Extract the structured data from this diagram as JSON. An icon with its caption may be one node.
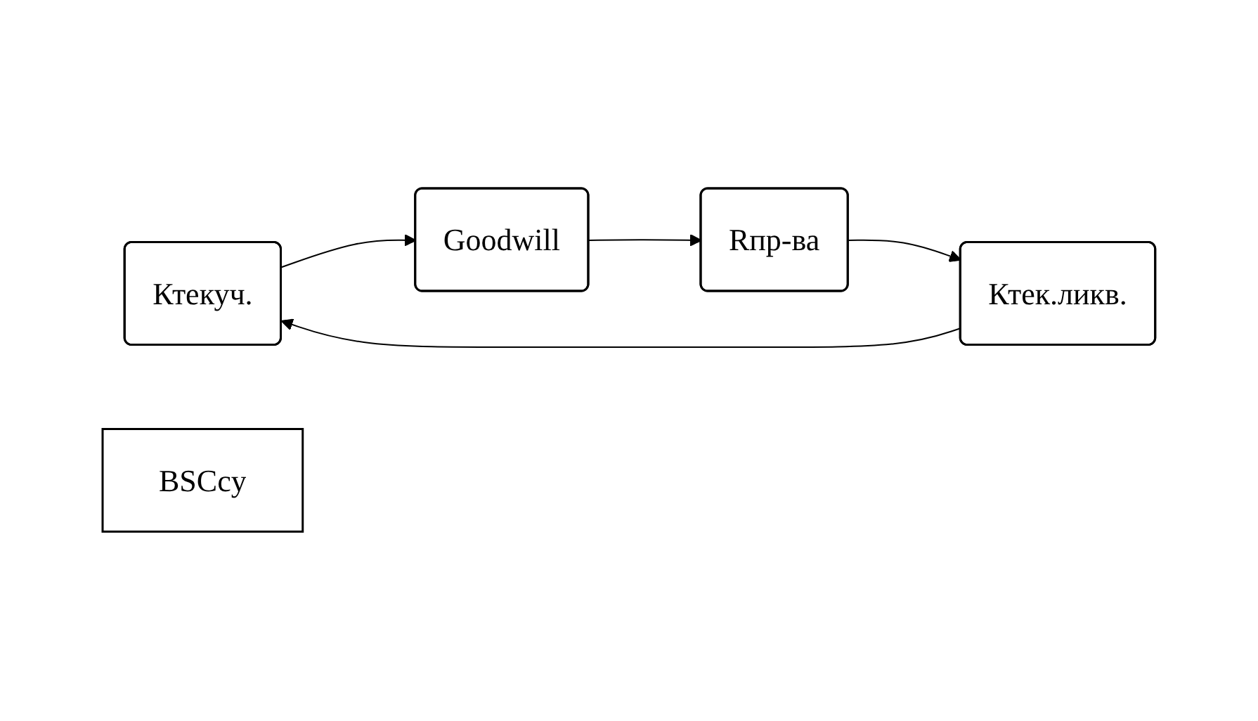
{
  "diagram": {
    "nodes": [
      {
        "text": [
          "Ктекуч."
        ]
      },
      {
        "text": [
          "Ктек.ликв."
        ]
      },
      {
        "text": [
          "BSCcy"
        ]
      },
      {
        "text": [
          "Goodwill"
        ]
      },
      {
        "text": [
          "Rпр-ва"
        ]
      }
    ],
    "edges": [
      {
        "from": 1,
        "to": 0,
        "arrow": "to"
      },
      {
        "from": 0,
        "to": 3,
        "arrow": "to"
      },
      {
        "from": 3,
        "to": 4,
        "arrow": "to"
      },
      {
        "from": 4,
        "to": 1,
        "arrow": "to"
      }
    ]
  }
}
